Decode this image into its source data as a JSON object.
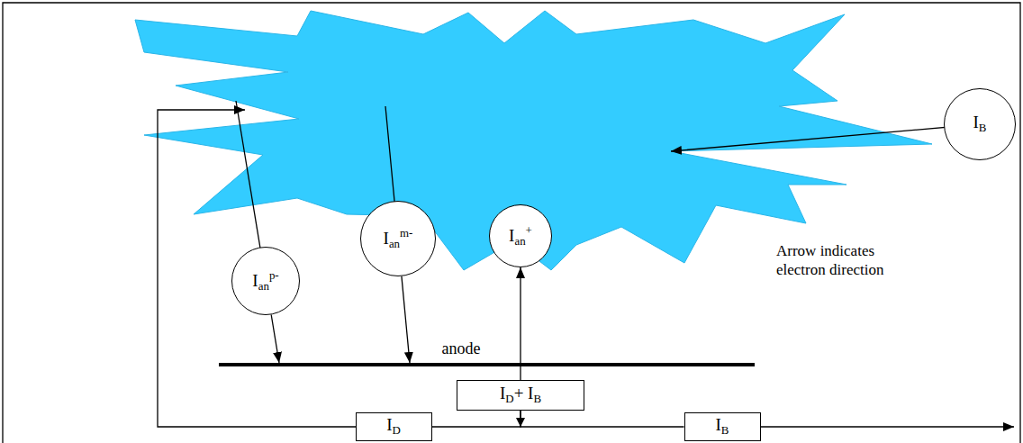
{
  "diagram": {
    "nodes": [
      {
        "text": [
          "IB"
        ]
      },
      {
        "text": [
          "Ianp-"
        ]
      },
      {
        "text": [
          "Ianm-"
        ]
      },
      {
        "text": [
          "Ian+"
        ]
      },
      {
        "text": [
          "anode"
        ]
      },
      {
        "text": [
          "ID+ IB"
        ]
      },
      {
        "text": [
          "ID"
        ]
      },
      {
        "text": [
          "IB"
        ]
      }
    ],
    "edges": [
      {
        "from": 1,
        "to": 4,
        "arrow": "to"
      },
      {
        "from": 2,
        "to": 4,
        "arrow": "to"
      },
      {
        "from": 5,
        "to": 3,
        "arrow": "to"
      },
      {
        "from": 5,
        "to": 6,
        "arrow": "none"
      },
      {
        "from": 5,
        "to": 7,
        "arrow": "none"
      }
    ],
    "labels": [
      "Arrow indicates electron direction"
    ]
  }
}
